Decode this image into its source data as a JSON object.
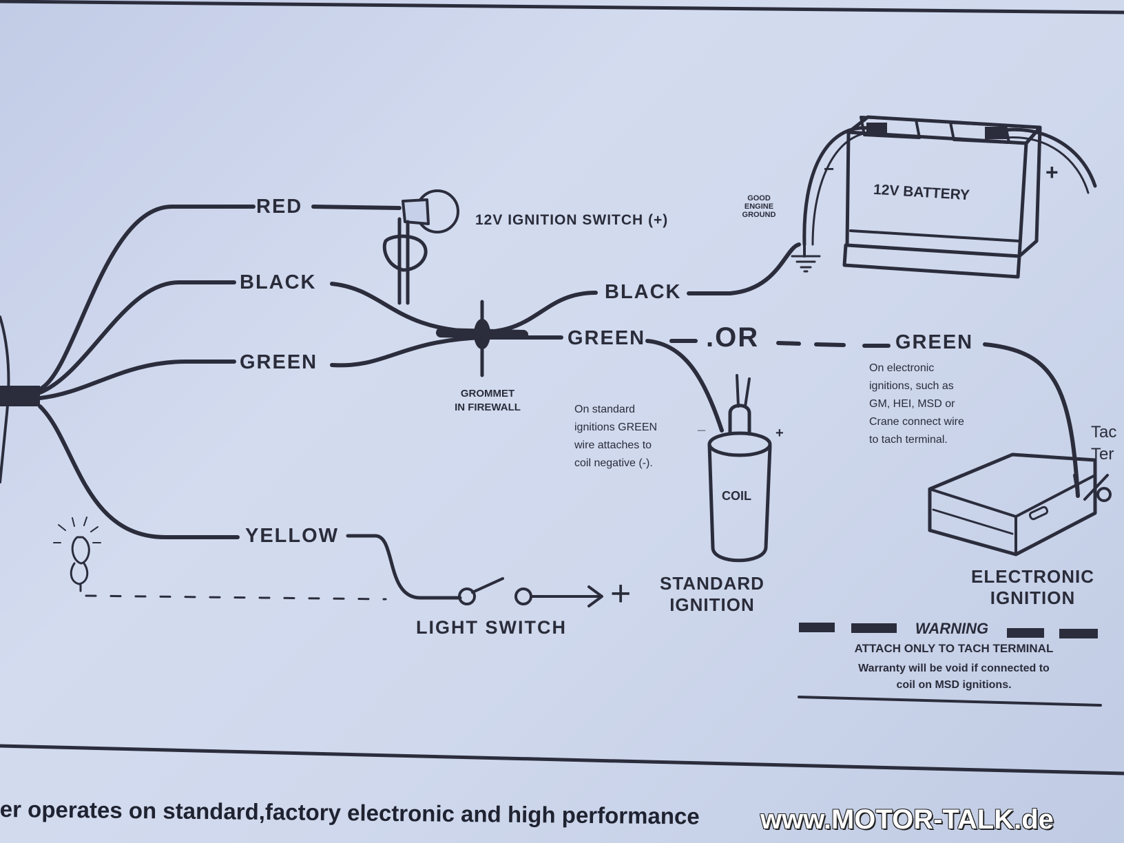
{
  "wires": {
    "red": "RED",
    "black_left": "BLACK",
    "black_right": "BLACK",
    "green_left": "GREEN",
    "green_middle": "GREEN",
    "green_right": "GREEN",
    "yellow": "YELLOW",
    "or": ".OR"
  },
  "labels": {
    "ignition_switch": "12V IGNITION SWITCH (+)",
    "good_engine_ground": [
      "GOOD",
      "ENGINE",
      "GROUND"
    ],
    "battery": "12V BATTERY",
    "battery_minus": "−",
    "battery_plus": "+",
    "grommet": [
      "GROMMET",
      "IN FIREWALL"
    ],
    "coil": "COIL",
    "coil_minus": "_",
    "coil_plus": "+",
    "plus_sign": "+",
    "standard_ignition": [
      "STANDARD",
      "IGNITION"
    ],
    "electronic_ignition": [
      "ELECTRONIC",
      "IGNITION"
    ],
    "light_switch": "LIGHT SWITCH",
    "tach_terminal": [
      "Tac",
      "Ter"
    ]
  },
  "notes": {
    "standard": [
      "On standard",
      "ignitions GREEN",
      "wire attaches to",
      "coil negative (-)."
    ],
    "electronic": [
      "On electronic",
      "ignitions, such as",
      "GM, HEI, MSD or",
      "Crane connect wire",
      "to tach terminal."
    ]
  },
  "warning": {
    "title": "WARNING",
    "line1": "ATTACH ONLY TO TACH TERMINAL",
    "line2": "Warranty will be void if connected to",
    "line3": "coil on MSD ignitions."
  },
  "footer": "er operates on standard,factory electronic and high performance",
  "watermark": "www.MOTOR-TALK.de"
}
